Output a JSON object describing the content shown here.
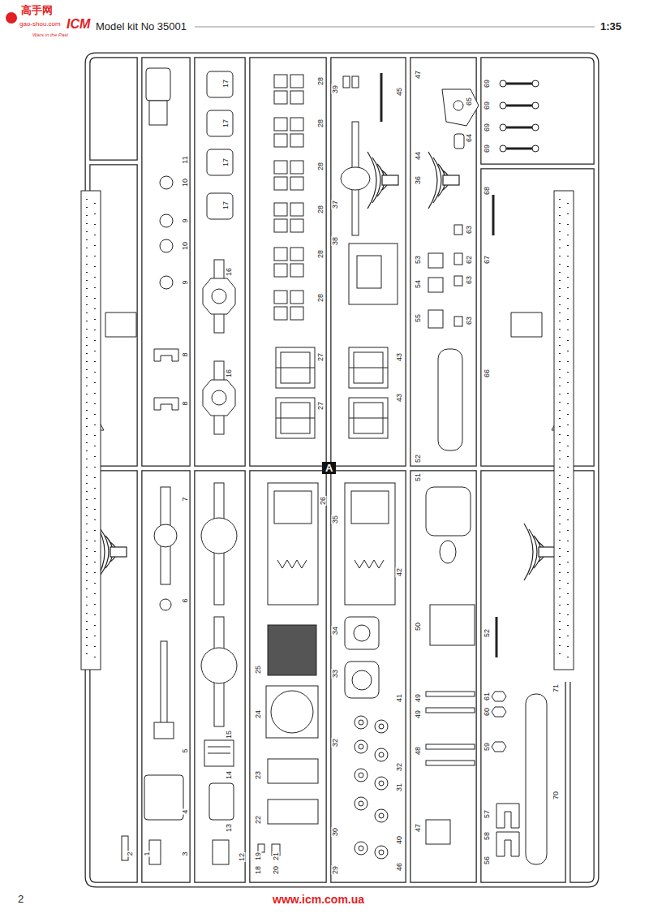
{
  "diagram": {
    "title": "Model kit No 35001",
    "labels": [
      "高手网",
      "gao-shou.com",
      "ICM",
      "Wars in the Past",
      "1:35",
      "A",
      "2",
      "www.icm.com.ua",
      "17",
      "17",
      "17",
      "17",
      "28",
      "28",
      "28",
      "28",
      "28",
      "28",
      "27",
      "27",
      "16",
      "16",
      "11",
      "10",
      "10",
      "9",
      "9",
      "8",
      "8",
      "39",
      "45",
      "47",
      "37",
      "38",
      "44",
      "36",
      "43",
      "43",
      "53",
      "54",
      "55",
      "65",
      "64",
      "62",
      "63",
      "63",
      "63",
      "67",
      "69",
      "69",
      "69",
      "69",
      "68",
      "66",
      "52",
      "51",
      "7",
      "6",
      "5",
      "4",
      "3",
      "2",
      "1",
      "26",
      "35",
      "34",
      "33",
      "25",
      "24",
      "15",
      "14",
      "13",
      "12",
      "23",
      "22",
      "21",
      "20",
      "19",
      "18",
      "32",
      "32",
      "31",
      "30",
      "29",
      "42",
      "41",
      "40",
      "46",
      "49",
      "49",
      "48",
      "47",
      "50",
      "52",
      "61",
      "60",
      "59",
      "57",
      "58",
      "56",
      "71",
      "70"
    ]
  }
}
